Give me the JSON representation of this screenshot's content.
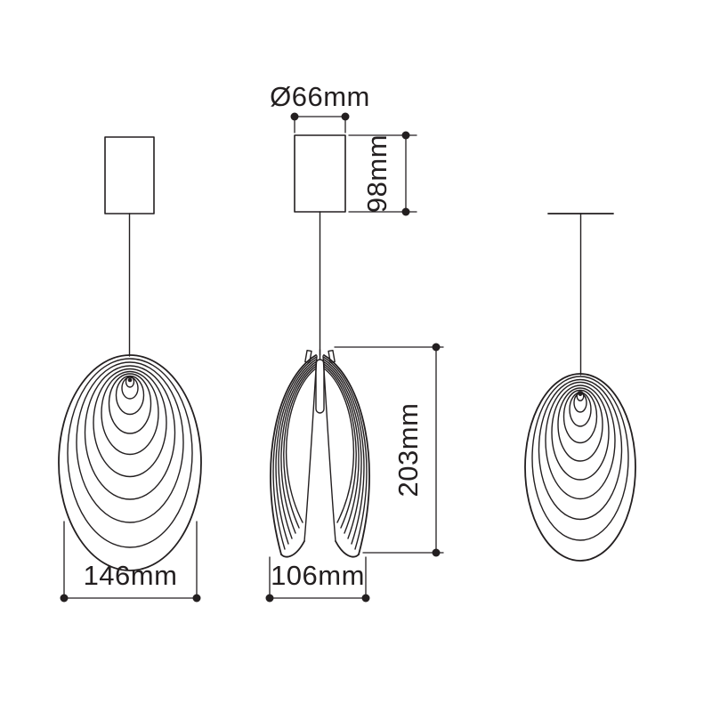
{
  "page": {
    "background": "#ffffff"
  },
  "colors": {
    "line": "#231f20"
  },
  "dims": {
    "canopy_diameter": "Ø66mm",
    "canopy_height": "98mm",
    "body_height": "203mm",
    "front_width": "146mm",
    "side_width": "106mm"
  }
}
